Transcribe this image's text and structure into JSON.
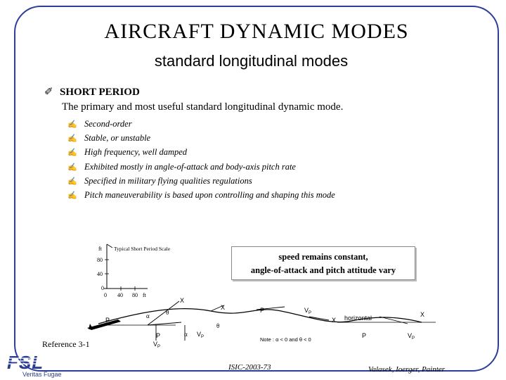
{
  "title": "AIRCRAFT  DYNAMIC  MODES",
  "subtitle": "standard longitudinal modes",
  "section": {
    "heading": "SHORT PERIOD",
    "description": "The primary and most useful standard longitudinal dynamic mode.",
    "points": [
      "Second-order",
      "Stable, or unstable",
      "High frequency, well damped",
      "Exhibited mostly in angle-of-attack and body-axis pitch rate",
      "Specified in military flying qualities regulations",
      "Pitch maneuverability is based upon controlling and shaping this mode"
    ]
  },
  "scale_inset": {
    "title": "Typical Short Period Scale",
    "y_unit": "ft",
    "y_ticks": [
      "80",
      "40",
      "0"
    ],
    "x_ticks": [
      "0",
      "40",
      "80"
    ],
    "x_unit": "ft"
  },
  "callout": {
    "line1": "speed remains constant,",
    "line2": "angle-of-attack and pitch attitude vary"
  },
  "diagram_labels": {
    "x_axis": "X",
    "p": "P",
    "vp": "V",
    "vp_sub": "P",
    "alpha": "α",
    "theta": "θ",
    "horizontal": "horizontal",
    "note": "Note : α < 0 and θ < 0"
  },
  "reference": "Reference  3-1",
  "logo_text": "Veritas Fugae",
  "footer_center": "ISIC-2003-73",
  "footer_right": "Valasek, Ioerger, Painter"
}
